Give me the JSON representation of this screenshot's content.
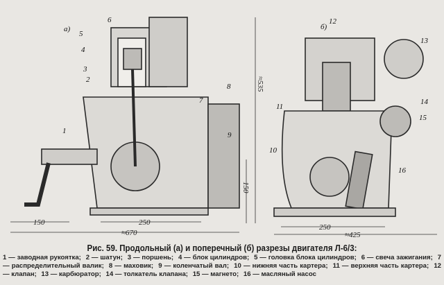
{
  "figure": {
    "view_labels": [
      "а)",
      "б)"
    ],
    "part_numbers_left": [
      "1",
      "2",
      "3",
      "4",
      "5",
      "6",
      "7",
      "8",
      "9"
    ],
    "part_numbers_right": [
      "10",
      "11",
      "12",
      "13",
      "14",
      "15",
      "16"
    ],
    "dimensions": {
      "left_crank": "150",
      "left_base": "250",
      "left_total": "≈670",
      "height": "≈535",
      "shaft_height": "150",
      "right_base": "250",
      "right_total": "≈425"
    }
  },
  "caption": "Рис. 59. Продольный (а) и поперечный (б) разрезы двигателя Л-6/3:",
  "legend": [
    "1 — заводная рукоятка;",
    "2 — шатун;",
    "3 — поршень;",
    "4 — блок цилиндров;",
    "5 — головка блока цилиндров;",
    "6 — свеча зажигания;",
    "7 — распределительный валик;",
    "8 — маховик;",
    "9 — коленчатый вал;",
    "10 — нижняя часть картера;",
    "11 — верхняя часть картера;",
    "12 — клапан;",
    "13 — карбюратор;",
    "14 — толкатель клапана;",
    "15 — магнето;",
    "16 — масляный насос"
  ]
}
